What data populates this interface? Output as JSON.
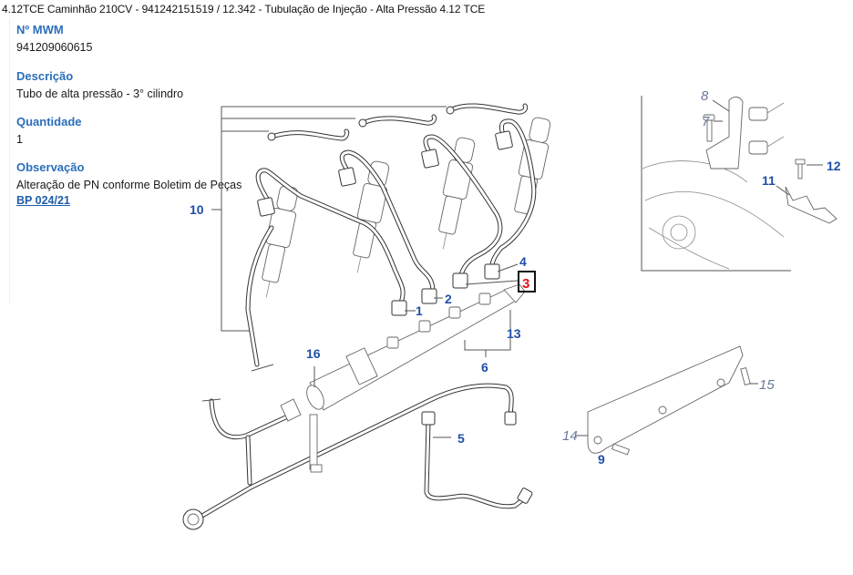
{
  "header": {
    "breadcrumb": "4.12TCE Caminhão 210CV - 941242151519  /  12.342 - Tubulação de Injeção - Alta Pressão 4.12 TCE"
  },
  "part_info": {
    "mwm_number": {
      "label": "Nº MWM",
      "value": "941209060615"
    },
    "description": {
      "label": "Descrição",
      "value": "Tubo de alta pressão - 3° cilindro"
    },
    "quantity": {
      "label": "Quantidade",
      "value": "1"
    },
    "observation": {
      "label": "Observação",
      "text": "Alteração de PN conforme Boletim de Peças",
      "link_text": "BP 024/21"
    }
  },
  "diagram": {
    "colors": {
      "callout": "#1f4fa8",
      "selected": "#e0141e",
      "secondary": "#6a7a9a"
    },
    "callouts": {
      "c1": "1",
      "c2": "2",
      "c3": "3",
      "c4": "4",
      "c5": "5",
      "c6": "6",
      "c7": "7",
      "c8": "8",
      "c9": "9",
      "c10": "10",
      "c11": "11",
      "c12": "12",
      "c13": "13",
      "c14": "14",
      "c15": "15",
      "c16": "16"
    },
    "selected_part": "3"
  }
}
